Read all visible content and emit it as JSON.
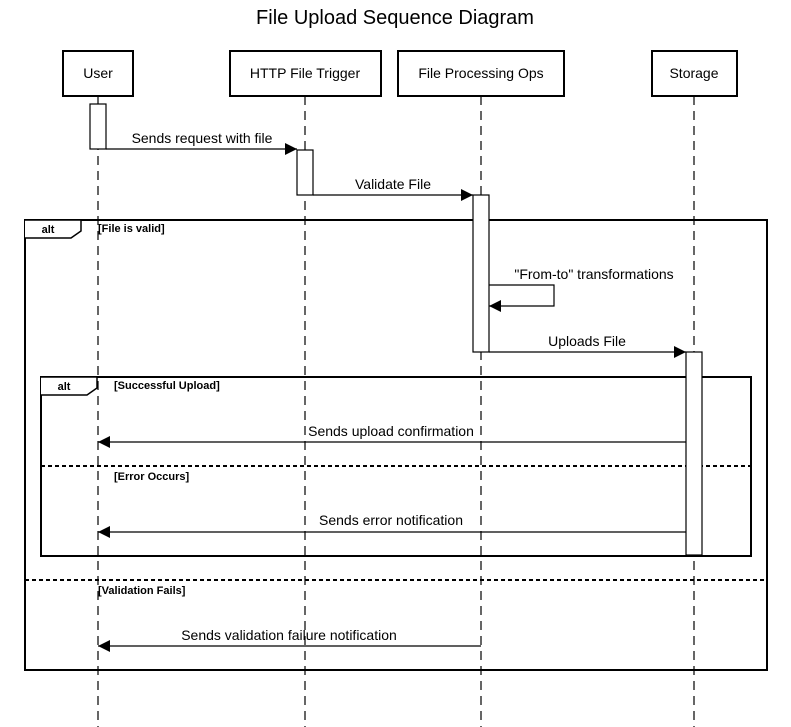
{
  "title": "File Upload Sequence Diagram",
  "participants": [
    {
      "id": "user",
      "label": "User"
    },
    {
      "id": "http",
      "label": "HTTP File Trigger"
    },
    {
      "id": "ops",
      "label": "File Processing Ops"
    },
    {
      "id": "storage",
      "label": "Storage"
    }
  ],
  "messages": [
    {
      "from": "User",
      "to": "HTTP File Trigger",
      "label": "Sends request with file"
    },
    {
      "from": "HTTP File Trigger",
      "to": "File Processing Ops",
      "label": "Validate File"
    },
    {
      "from": "File Processing Ops",
      "to": "File Processing Ops",
      "label": "\"From-to\" transformations"
    },
    {
      "from": "File Processing Ops",
      "to": "Storage",
      "label": "Uploads File"
    },
    {
      "from": "Storage",
      "to": "User",
      "label": "Sends upload confirmation"
    },
    {
      "from": "Storage",
      "to": "User",
      "label": "Sends error notification"
    },
    {
      "from": "File Processing Ops",
      "to": "User",
      "label": "Sends validation failure notification"
    }
  ],
  "frames": {
    "outer": {
      "tag": "alt",
      "guard_1": "[File is valid]",
      "guard_2": "[Validation Fails]"
    },
    "inner": {
      "tag": "alt",
      "guard_1": "[Successful Upload]",
      "guard_2": "[Error Occurs]"
    }
  }
}
